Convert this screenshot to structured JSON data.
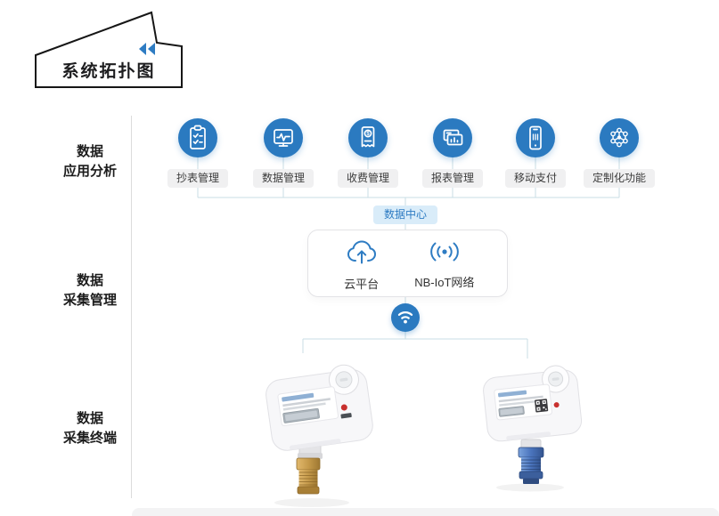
{
  "title": "系统拓扑图",
  "sections": [
    {
      "line1": "数据",
      "line2": "应用分析"
    },
    {
      "line1": "数据",
      "line2": "采集管理"
    },
    {
      "line1": "数据",
      "line2": "采集终端"
    }
  ],
  "modules": [
    {
      "label": "抄表管理",
      "icon": "clipboard-check-icon"
    },
    {
      "label": "数据管理",
      "icon": "monitor-wave-icon"
    },
    {
      "label": "收费管理",
      "icon": "bill-dollar-icon"
    },
    {
      "label": "报表管理",
      "icon": "report-panels-icon"
    },
    {
      "label": "移动支付",
      "icon": "mobile-pay-icon"
    },
    {
      "label": "定制化功能",
      "icon": "network-nodes-icon"
    }
  ],
  "data_center": {
    "label": "数据中心"
  },
  "platform": {
    "cloud": {
      "label": "云平台",
      "icon": "cloud-upload-icon"
    },
    "network": {
      "label": "NB-IoT网络",
      "icon": "signal-icon"
    }
  },
  "wifi": {
    "icon": "wifi-icon"
  },
  "glyphs": {
    "dollar": "$"
  },
  "colors": {
    "primary": "#2b7ac0",
    "badge_bg": "#d9ecf9",
    "badge_text": "#2e7cc3",
    "connector": "#c9dde4",
    "pill_bg": "#f0f0f1"
  }
}
